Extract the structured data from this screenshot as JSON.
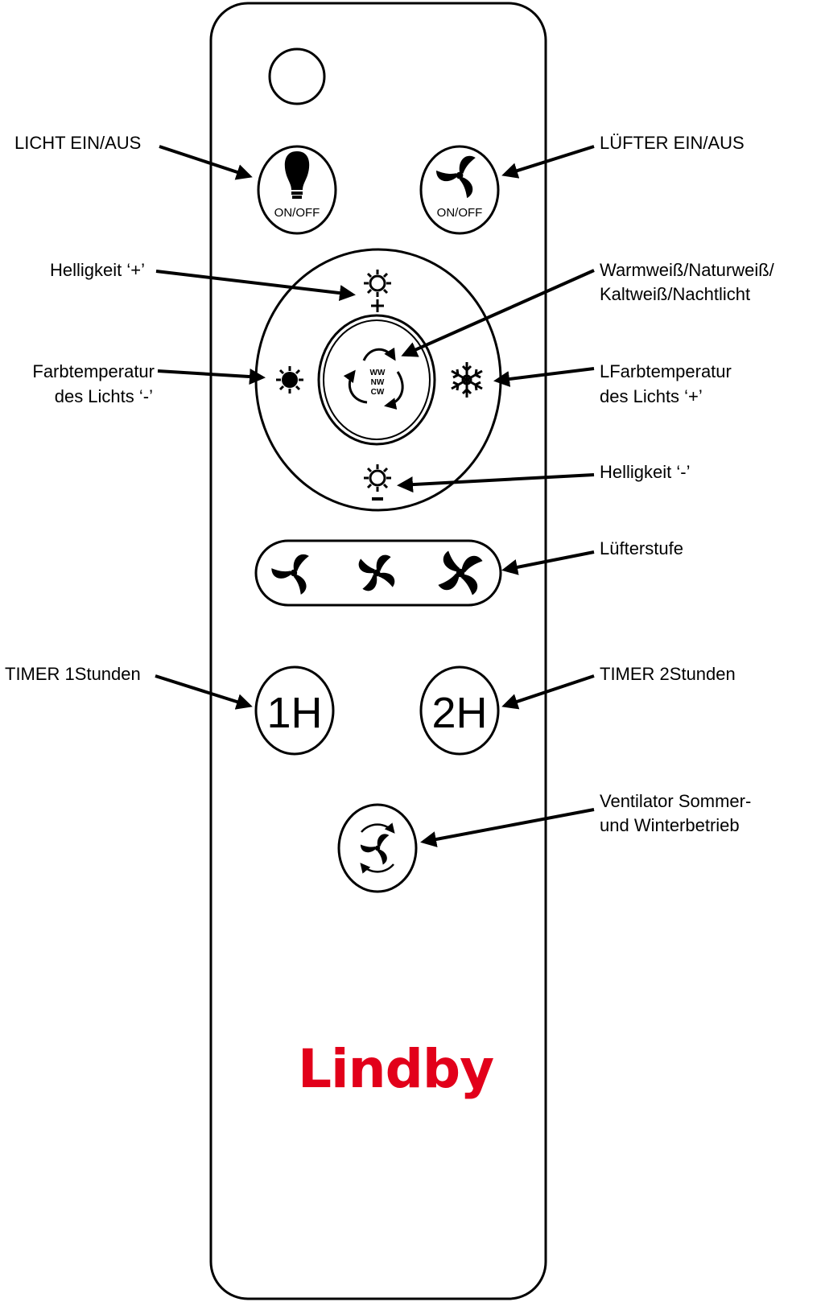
{
  "colors": {
    "outline": "#000000",
    "brand": "#e2001a",
    "background": "#ffffff"
  },
  "labels": {
    "light_on_off": "LICHT EIN/AUS",
    "fan_on_off": "LÜFTER EIN/AUS",
    "brightness_plus": "Helligkeit ‘+’",
    "color_cycle_line1": "Warmweiß/Naturweiß/",
    "color_cycle_line2": "Kaltweiß/Nachtlicht",
    "color_temp_minus_line1": "Farbtemperatur",
    "color_temp_minus_line2": "des Lichts ‘-’",
    "color_temp_plus_line1": "LFarbtemperatur",
    "color_temp_plus_line2": "des Lichts ‘+’",
    "brightness_minus": "Helligkeit ‘-’",
    "fan_speed": "Lüfterstufe",
    "timer_1h": "TIMER 1Stunden",
    "timer_2h": "TIMER 2Stunden",
    "summer_winter_line1": "Ventilator Sommer-",
    "summer_winter_line2": "und Winterbetrieb"
  },
  "buttons": {
    "light_on_off_text": "ON/OFF",
    "fan_on_off_text": "ON/OFF",
    "timer_1h_text": "1H",
    "timer_2h_text": "2H",
    "cycle_text_ww": "WW",
    "cycle_text_nw": "NW",
    "cycle_text_cw": "CW"
  },
  "brand": {
    "name": "Lindby"
  },
  "icons": [
    "bulb-icon",
    "fan-icon",
    "sun-icon",
    "snowflake-icon",
    "cycle-arrows-icon",
    "fan-speed-icon",
    "reverse-fan-icon"
  ]
}
